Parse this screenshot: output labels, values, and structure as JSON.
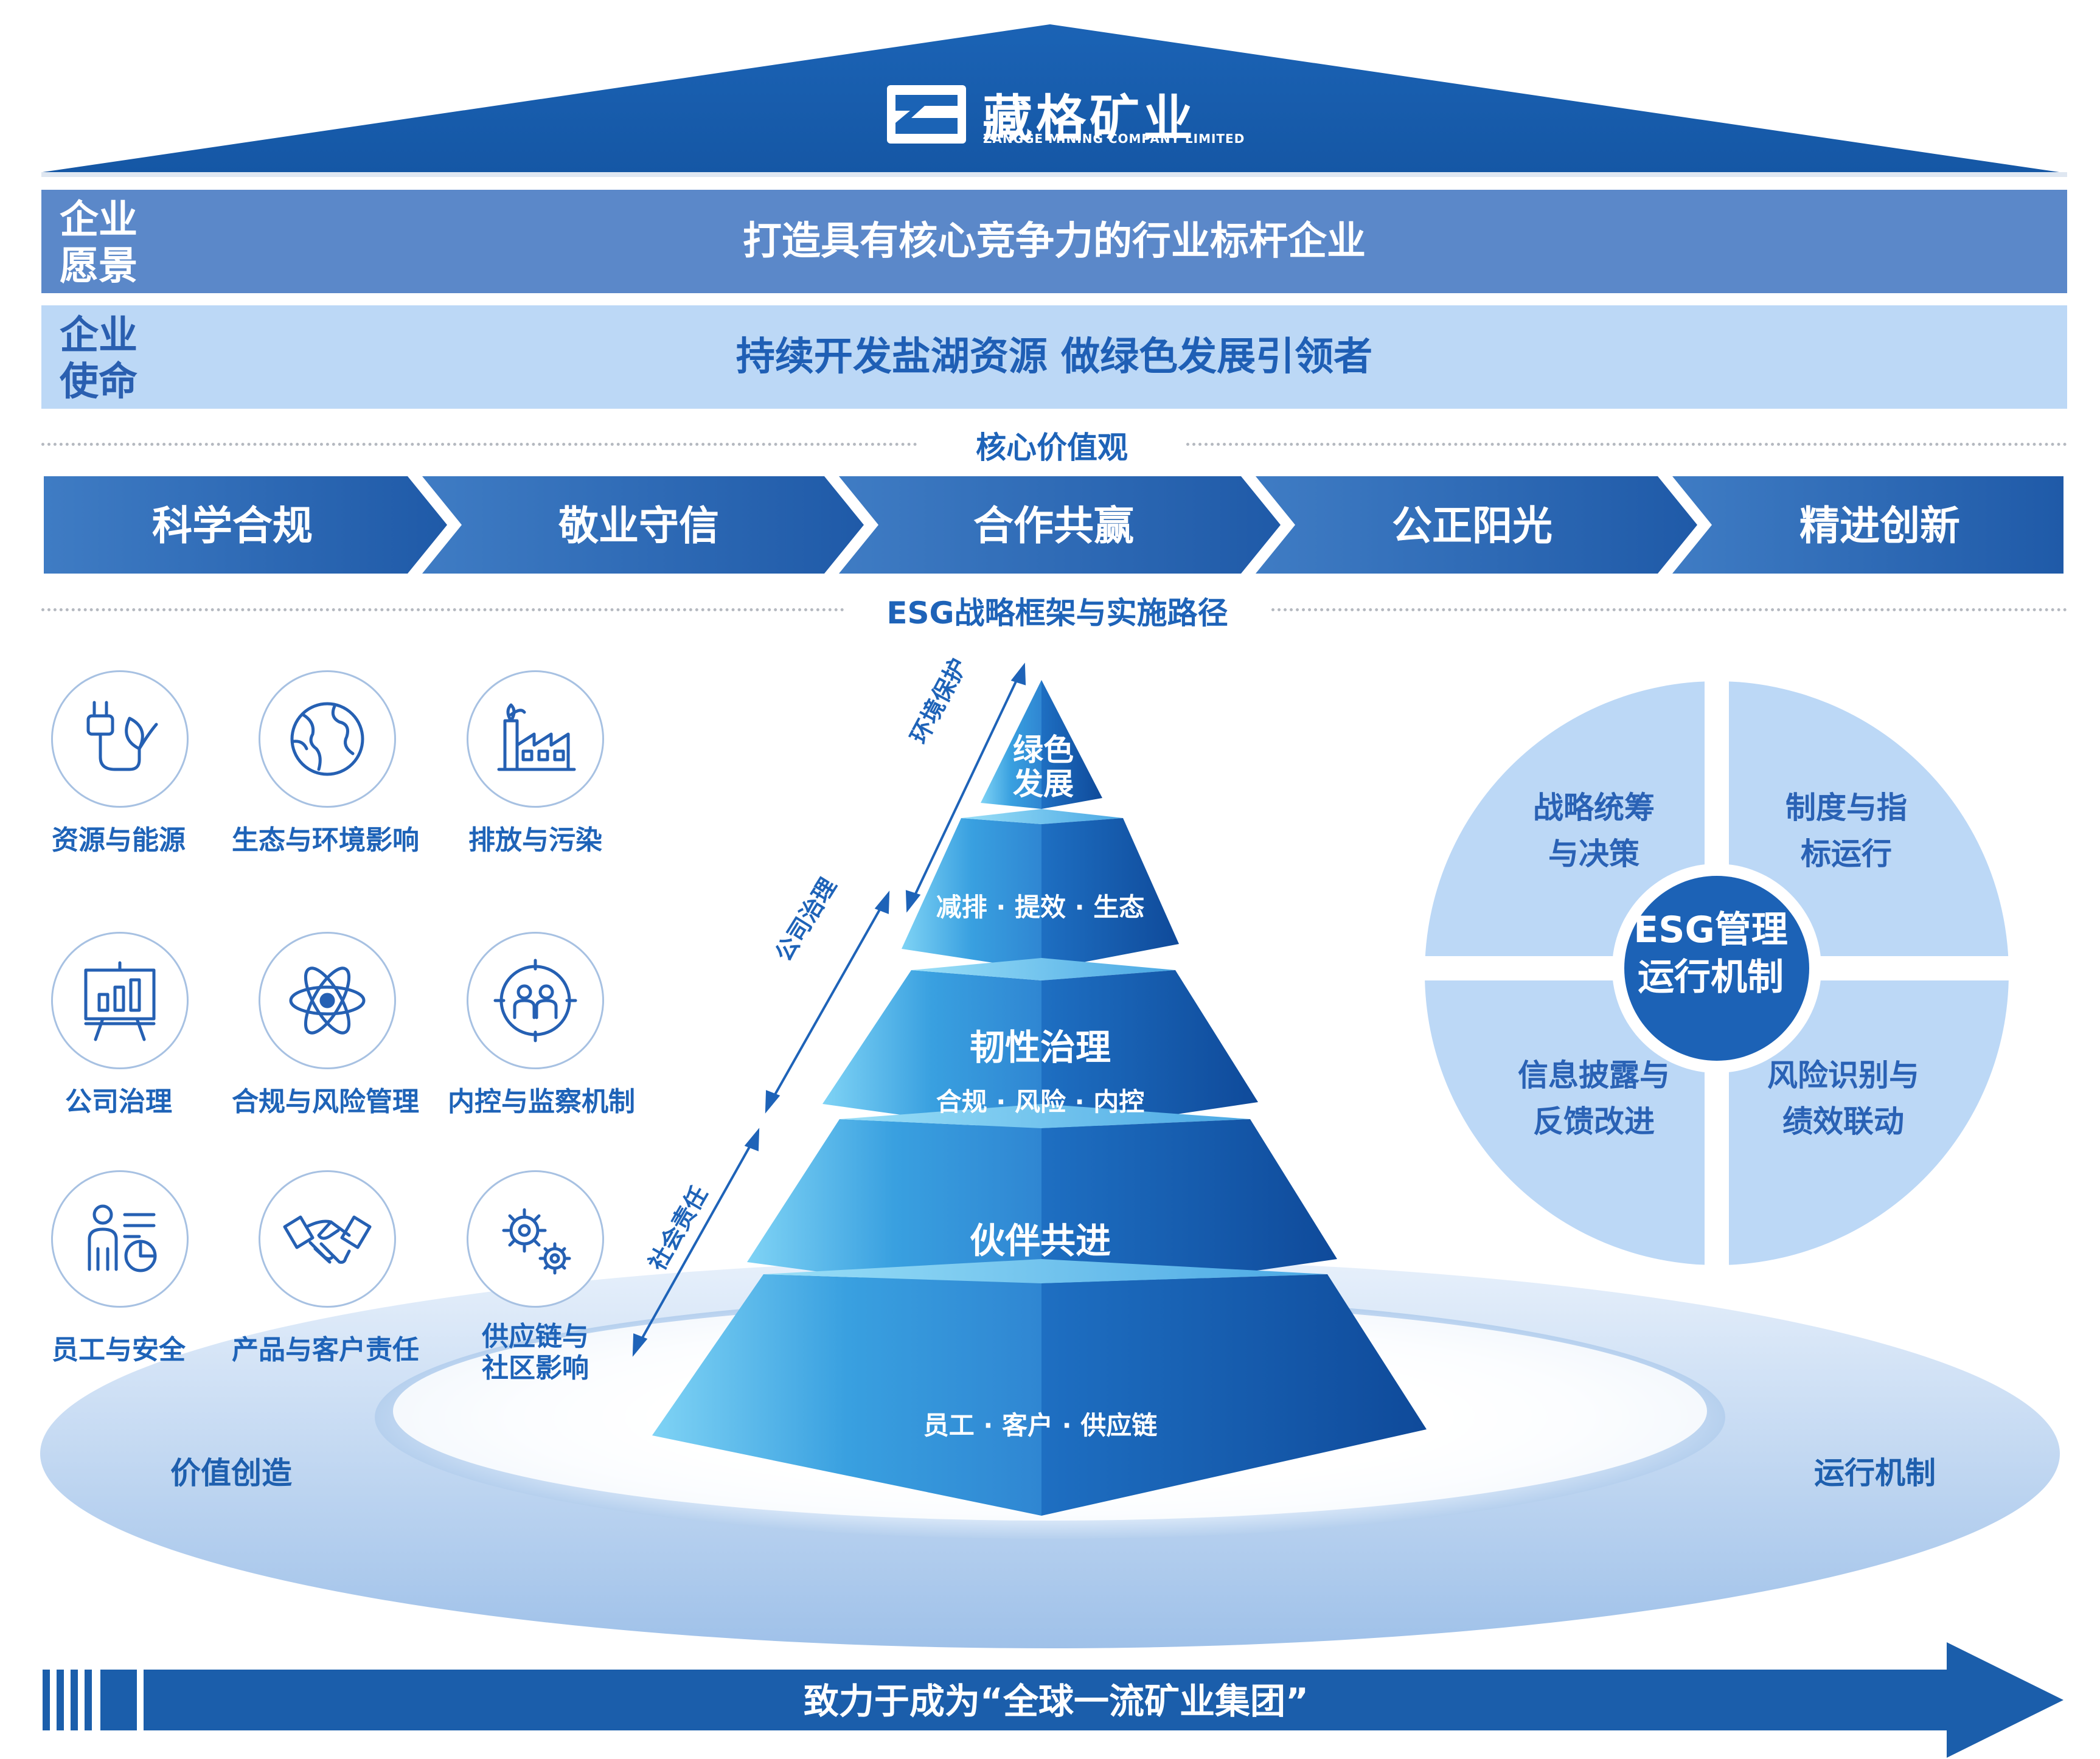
{
  "brand": {
    "name": "藏格矿业",
    "name_en": "ZANGGE MINING COMPANY LIMITED"
  },
  "vision": {
    "label_line1": "企业",
    "label_line2": "愿景",
    "text": "打造具有核心竞争力的行业标杆企业"
  },
  "mission": {
    "label_line1": "企业",
    "label_line2": "使命",
    "text": "持续开发盐湖资源 做绿色发展引领者"
  },
  "core_values": {
    "title": "核心价值观",
    "items": [
      "科学合规",
      "敬业守信",
      "合作共赢",
      "公正阳光",
      "精进创新"
    ]
  },
  "esg": {
    "title": "ESG战略框架与实施路径",
    "topics": [
      {
        "label": "资源与能源",
        "icon": "plug-leaf-icon"
      },
      {
        "label": "生态与环境影响",
        "icon": "globe-icon"
      },
      {
        "label": "排放与污染",
        "icon": "factory-icon"
      },
      {
        "label": "公司治理",
        "icon": "chart-board-icon"
      },
      {
        "label": "合规与风险管理",
        "icon": "atom-icon"
      },
      {
        "label": "内控与监察机制",
        "icon": "team-icon"
      },
      {
        "label": "员工与安全",
        "icon": "employee-icon"
      },
      {
        "label": "产品与客户责任",
        "icon": "handshake-icon"
      },
      {
        "label": "供应链与",
        "label2": "社区影响",
        "icon": "gears-icon"
      }
    ],
    "pyramid": {
      "tier1_line1": "绿色",
      "tier1_line2": "发展",
      "tier2": "减排 · 提效 · 生态",
      "tier3_title": "韧性治理",
      "tier3_sub": "合规 · 风险 · 内控",
      "tier4": "伙伴共进",
      "tier5": "员工 · 客户 · 供应链"
    },
    "side_labels": [
      "环境保护",
      "公司治理",
      "社会责任"
    ],
    "mechanism": {
      "center_line1": "ESG管理",
      "center_line2": "运行机制",
      "q1_line1": "战略统筹",
      "q1_line2": "与决策",
      "q2_line1": "制度与指",
      "q2_line2": "标运行",
      "q3_line1": "信息披露与",
      "q3_line2": "反馈改进",
      "q4_line1": "风险识别与",
      "q4_line2": "绩效联动"
    },
    "value_creation": "价值创造",
    "operation_mechanism": "运行机制"
  },
  "slogan": "致力于成为“全球一流矿业集团”",
  "colors": {
    "primary": "#1b5eab",
    "light_band": "#bcd8f6",
    "mid_band": "#5b88c9",
    "quadrant": "#bcd8f6",
    "text_blue": "#1e63b8"
  }
}
